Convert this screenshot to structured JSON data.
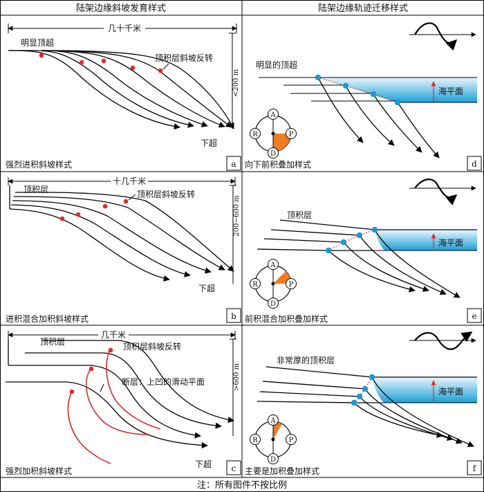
{
  "headers": {
    "left": "陆架边缘斜坡发育样式",
    "right": "陆架边缘轨迹迁移样式"
  },
  "footer_note": "注：所有图件不按比例",
  "panels": {
    "a": {
      "letter": "a",
      "caption": "强烈进积斜坡样式",
      "width_label": "几十千米",
      "depth_label": "<200 m",
      "label_topset": "明显顶超",
      "label_reversal": "顶积层斜坡反转",
      "label_downlap": "下超"
    },
    "b": {
      "letter": "b",
      "caption": "进积混合加积斜坡样式",
      "width_label": "十几千米",
      "depth_label": "200~600 m",
      "label_topset": "顶积层",
      "label_reversal": "顶积层斜坡反转",
      "label_downlap": "下超"
    },
    "c": {
      "letter": "c",
      "caption": "强烈加积斜坡样式",
      "width_label": "几千米",
      "depth_label": ">600 m",
      "label_topset": "顶积层",
      "label_reversal": "顶积层斜坡反转",
      "label_fault": "断层：上凹的滑动平面",
      "label_downlap": "下超"
    },
    "d": {
      "letter": "d",
      "caption": "向下前积叠加样式",
      "label_top": "明显的顶超",
      "sea_level": "海平面",
      "compass": {
        "A": "A",
        "R": "R",
        "P": "P",
        "D": "D"
      }
    },
    "e": {
      "letter": "e",
      "caption": "前积混合加积叠加样式",
      "label_top": "顶积层",
      "sea_level": "海平面",
      "compass": {
        "A": "A",
        "R": "R",
        "P": "P",
        "D": "D"
      }
    },
    "f": {
      "letter": "f",
      "caption": "主要是加积叠加样式",
      "label_top": "非常厚的顶积层",
      "sea_level": "海平面",
      "compass": {
        "A": "A",
        "R": "R",
        "P": "P",
        "D": "D"
      }
    }
  },
  "colors": {
    "point_red": "#e8282b",
    "point_blue": "#1a9ad6",
    "sector_orange": "#ef7b22",
    "fault_red": "#d92a2a",
    "water_top": "#eaf6fc",
    "water_bottom": "#1aa0d8"
  }
}
